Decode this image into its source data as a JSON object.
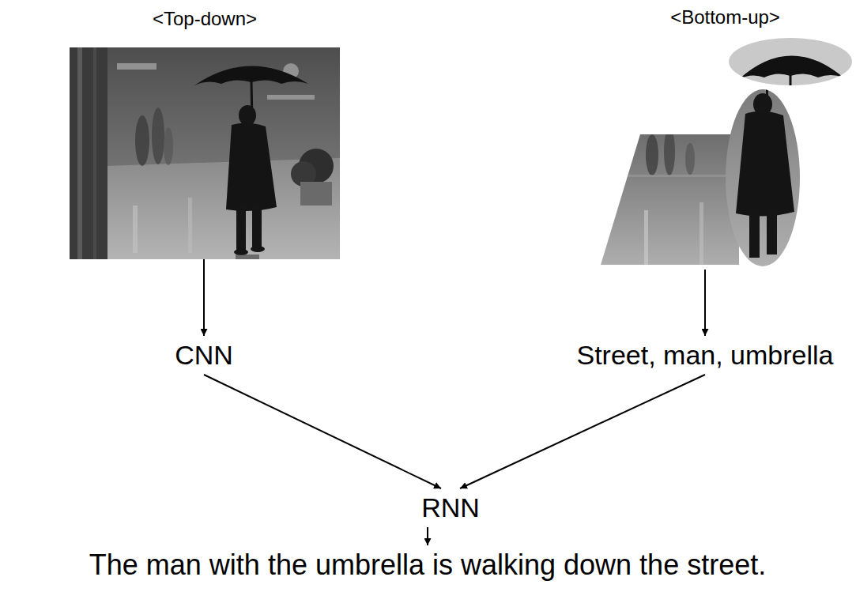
{
  "diagram": {
    "nodes": [
      {
        "text": [
          "<Top-down>"
        ]
      },
      {
        "text": [
          "<Bottom-up>"
        ]
      },
      {
        "text": [
          "CNN"
        ]
      },
      {
        "text": [
          "Street, man, umbrella"
        ]
      },
      {
        "text": [
          "RNN"
        ]
      },
      {
        "text": [
          "The man with the umbrella is walking down the street."
        ]
      }
    ],
    "edges": [
      {
        "from": 0,
        "to": 2,
        "arrow": "to"
      },
      {
        "from": 1,
        "to": 3,
        "arrow": "to"
      },
      {
        "from": 2,
        "to": 4,
        "arrow": "to"
      },
      {
        "from": 3,
        "to": 4,
        "arrow": "to"
      },
      {
        "from": 4,
        "to": 5,
        "arrow": "to"
      }
    ]
  }
}
